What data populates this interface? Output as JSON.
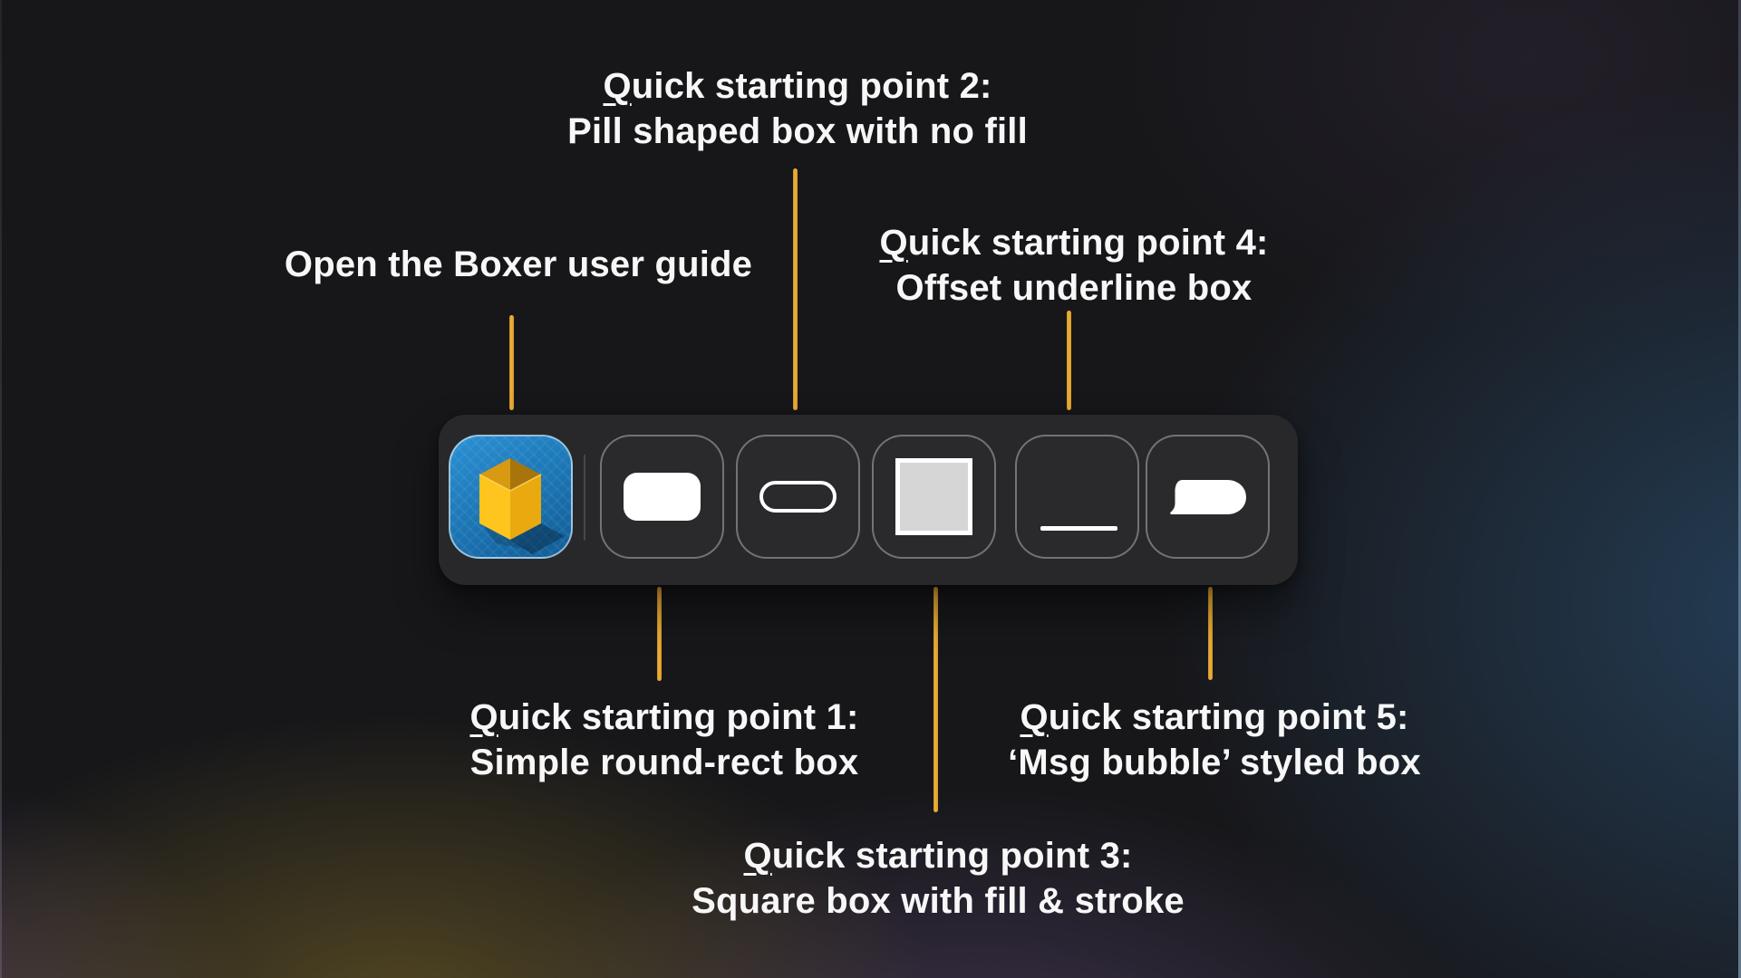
{
  "colors": {
    "accent_gold": "#E6A72E",
    "text": "#F7F7F7",
    "toolbar_bg": "#28282A",
    "slot_border": "#9A9A9E",
    "shape_white": "#FFFFFF",
    "square_fill": "#D6D6D6",
    "boxer_blue": "#1B74B2",
    "box_yellow": "#F9BD16"
  },
  "callouts": {
    "guide": {
      "text": "Open the Boxer user guide"
    },
    "qsp1": {
      "shortcut": "Q",
      "title_rest": "uick starting point 1:",
      "subtitle": "Simple round-rect box"
    },
    "qsp2": {
      "shortcut": "Q",
      "title_rest": "uick starting point 2:",
      "subtitle": "Pill shaped box with no fill"
    },
    "qsp3": {
      "shortcut": "Q",
      "title_rest": "uick starting point 3:",
      "subtitle": "Square box with fill & stroke"
    },
    "qsp4": {
      "shortcut": "Q",
      "title_rest": "uick starting point 4:",
      "subtitle": "Offset underline box"
    },
    "qsp5": {
      "shortcut": "Q",
      "title_rest": "uick starting point 5:",
      "subtitle": "‘Msg bubble’ styled box"
    }
  },
  "toolbar": {
    "items": [
      {
        "id": "boxer-app",
        "icon": "boxer-cube-icon"
      },
      {
        "id": "quick-start-1",
        "icon": "round-rect-icon"
      },
      {
        "id": "quick-start-2",
        "icon": "pill-outline-icon"
      },
      {
        "id": "quick-start-3",
        "icon": "filled-square-icon"
      },
      {
        "id": "quick-start-4",
        "icon": "offset-underline-icon"
      },
      {
        "id": "quick-start-5",
        "icon": "msg-bubble-icon"
      }
    ]
  }
}
